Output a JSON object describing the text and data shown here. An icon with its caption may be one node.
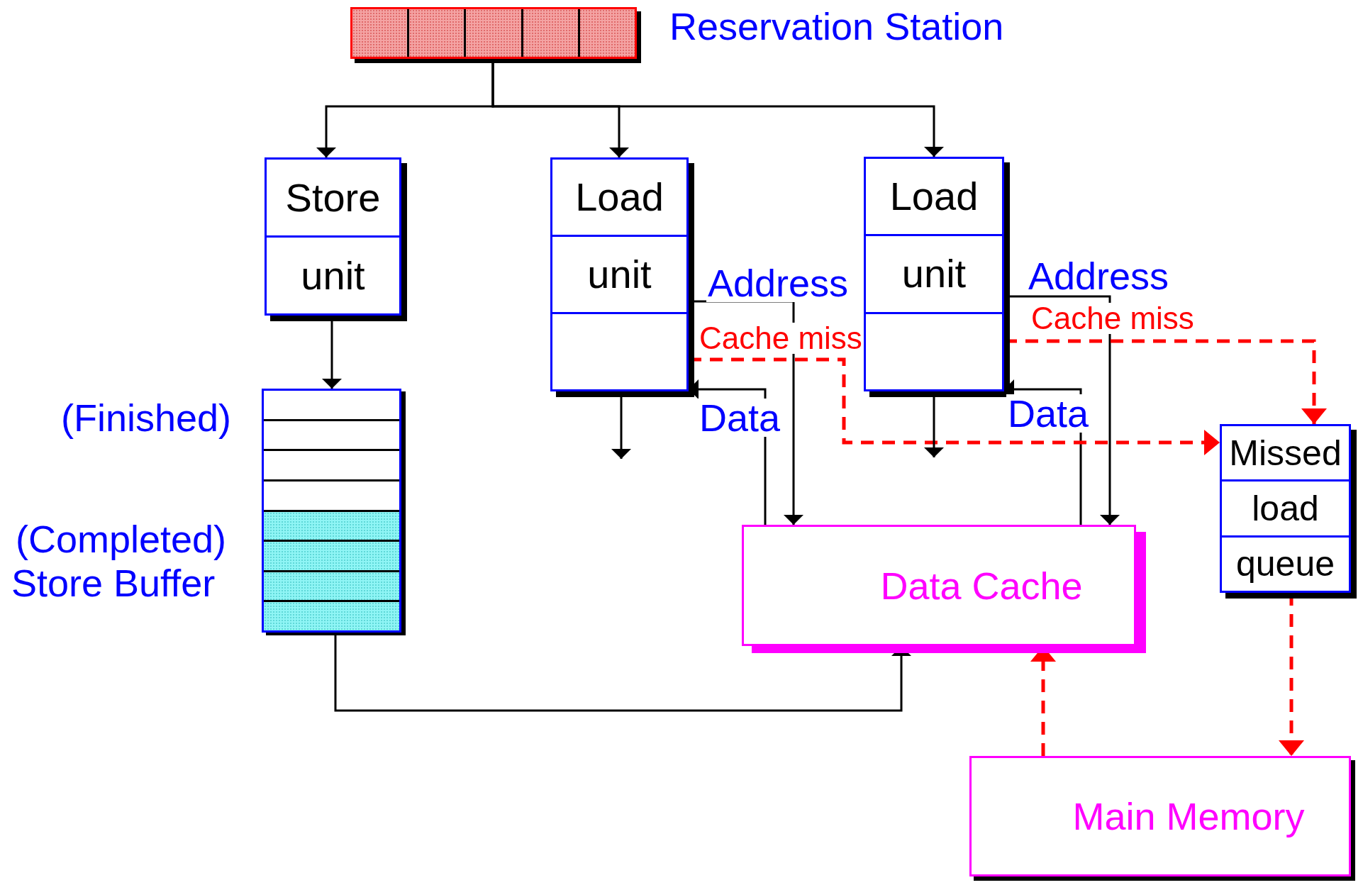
{
  "diagram": {
    "nodes": [
      {
        "text": [],
        "shape": "bar",
        "beside": [
          "Reservation Station"
        ]
      },
      {
        "text": [
          "Store",
          "unit"
        ]
      },
      {
        "text": [
          "Load",
          "unit"
        ]
      },
      {
        "text": [
          "Load",
          "unit"
        ]
      },
      {
        "text": [],
        "shape": "box",
        "beside": [
          "(Finished)",
          "(Completed)",
          "Store Buffer"
        ]
      },
      {
        "text": [
          "Data Cache"
        ]
      },
      {
        "text": [
          "Missed",
          "load",
          "queue"
        ]
      },
      {
        "text": [
          "Main Memory"
        ]
      }
    ],
    "edges": [
      {
        "from": 0,
        "to": 1,
        "arrow": "to"
      },
      {
        "from": 0,
        "to": 2,
        "arrow": "to"
      },
      {
        "from": 0,
        "to": 3,
        "arrow": "to"
      },
      {
        "from": 1,
        "to": 4,
        "arrow": "to"
      },
      {
        "from": 2,
        "to": 5,
        "arrow": "to",
        "label": "Address"
      },
      {
        "from": 5,
        "to": 2,
        "arrow": "to",
        "label": "Data"
      },
      {
        "from": 3,
        "to": 5,
        "arrow": "to",
        "label": "Address"
      },
      {
        "from": 5,
        "to": 3,
        "arrow": "to",
        "label": "Data"
      },
      {
        "from": 2,
        "to": 6,
        "arrow": "to",
        "label": "Cache miss",
        "style": "dashed",
        "color": "#ff0000"
      },
      {
        "from": 3,
        "to": 6,
        "arrow": "to",
        "label": "Cache miss",
        "style": "dashed",
        "color": "#ff0000"
      },
      {
        "from": 4,
        "to": 5,
        "arrow": "to"
      },
      {
        "from": 6,
        "to": 7,
        "arrow": "to",
        "style": "dashed",
        "color": "#ff0000"
      },
      {
        "from": 7,
        "to": 5,
        "arrow": "to",
        "style": "dashed",
        "color": "#ff0000"
      },
      {
        "from": 2,
        "to": null,
        "arrow": "to"
      },
      {
        "from": 3,
        "to": null,
        "arrow": "to"
      }
    ]
  }
}
